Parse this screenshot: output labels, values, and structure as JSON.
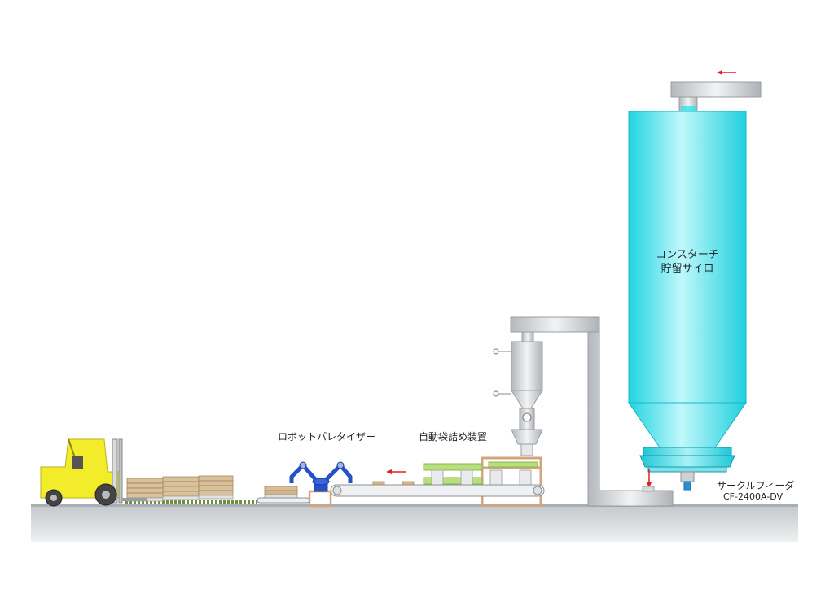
{
  "labels": {
    "silo_line1": "コンスターチ",
    "silo_line2": "貯留サイロ",
    "palletizer": "ロボットパレタイザー",
    "bagging": "自動袋詰め装置",
    "feeder_name": "サークルフィーダ",
    "feeder_model": "CF-2400A-DV"
  },
  "colors": {
    "silo": "#36e3ee",
    "forklift": "#f2ec2a",
    "robot": "#2550c8",
    "frame": "#d4a57c",
    "roller": "#b8e07a",
    "arrow": "#e02020",
    "floor": "#c9cdd0",
    "steel": "#c6c9cc"
  }
}
